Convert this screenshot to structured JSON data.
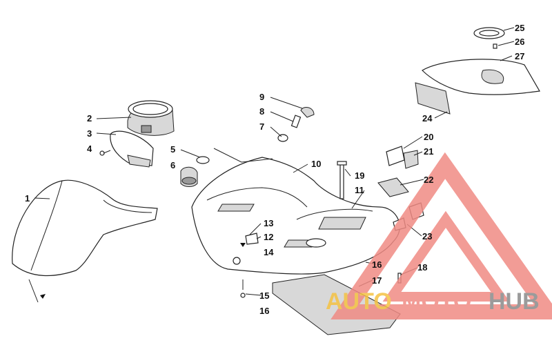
{
  "callouts": [
    {
      "id": "c1",
      "label": "1"
    },
    {
      "id": "c2",
      "label": "2"
    },
    {
      "id": "c3",
      "label": "3"
    },
    {
      "id": "c4",
      "label": "4"
    },
    {
      "id": "c5",
      "label": "5"
    },
    {
      "id": "c6",
      "label": "6"
    },
    {
      "id": "c7",
      "label": "7"
    },
    {
      "id": "c8",
      "label": "8"
    },
    {
      "id": "c9",
      "label": "9"
    },
    {
      "id": "c10",
      "label": "10"
    },
    {
      "id": "c11",
      "label": "11"
    },
    {
      "id": "c12",
      "label": "12"
    },
    {
      "id": "c13",
      "label": "13"
    },
    {
      "id": "c14",
      "label": "14"
    },
    {
      "id": "c15",
      "label": "15"
    },
    {
      "id": "c16a",
      "label": "16"
    },
    {
      "id": "c16b",
      "label": "16"
    },
    {
      "id": "c17",
      "label": "17"
    },
    {
      "id": "c18",
      "label": "18"
    },
    {
      "id": "c19",
      "label": "19"
    },
    {
      "id": "c20",
      "label": "20"
    },
    {
      "id": "c21",
      "label": "21"
    },
    {
      "id": "c22",
      "label": "22"
    },
    {
      "id": "c23",
      "label": "23"
    },
    {
      "id": "c24",
      "label": "24"
    },
    {
      "id": "c25",
      "label": "25"
    },
    {
      "id": "c26",
      "label": "26"
    },
    {
      "id": "c27",
      "label": "27"
    }
  ],
  "watermark": {
    "auto": "AUTO",
    "moto": "MOTO",
    "hub": "HUB",
    "accent": "#f08b84",
    "gold": "#f5c242",
    "gray": "#8a8a8a"
  }
}
